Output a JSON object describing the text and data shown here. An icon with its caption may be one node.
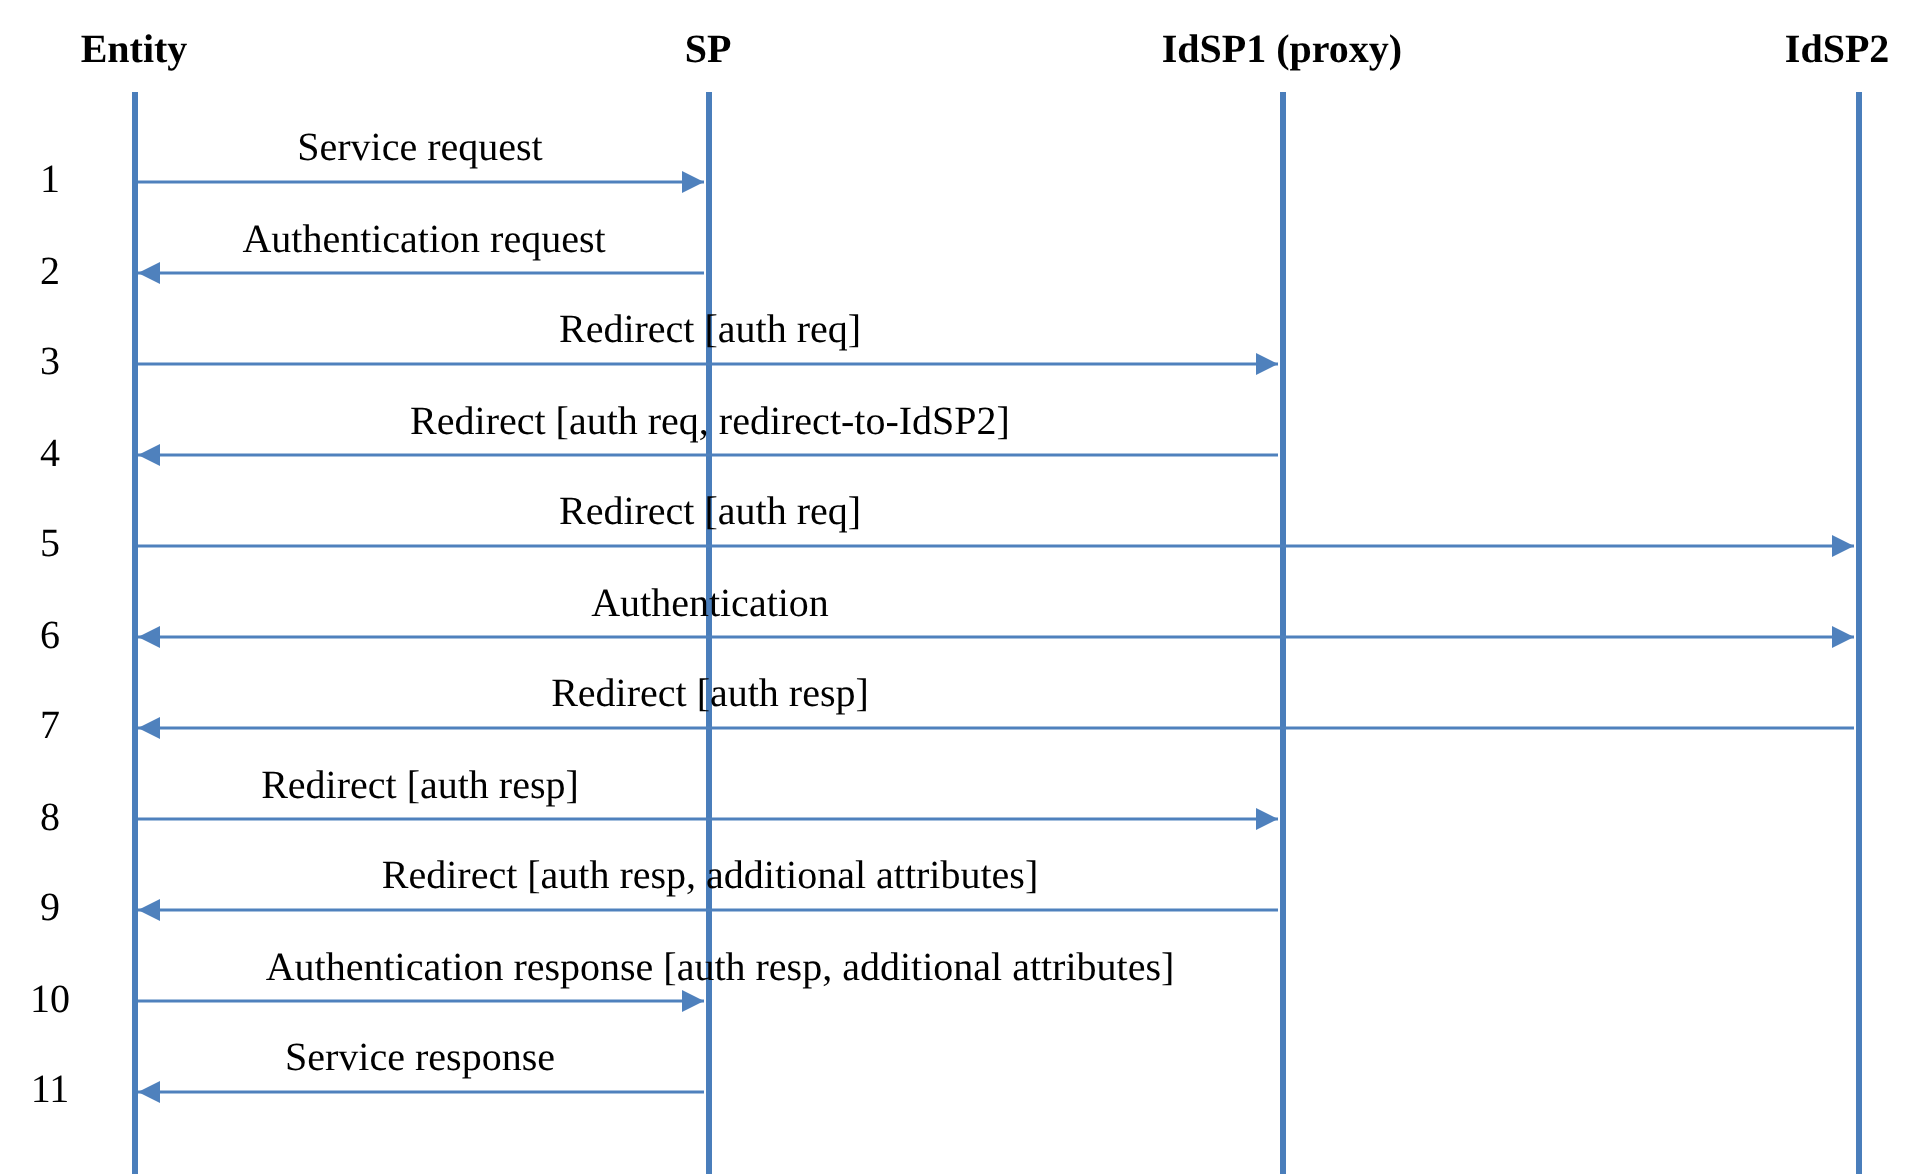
{
  "diagram": {
    "nodes": [
      {
        "text": [
          "Entity"
        ]
      },
      {
        "text": [
          "SP"
        ]
      },
      {
        "text": [
          "IdSP1 (proxy)"
        ]
      },
      {
        "text": [
          "IdSP2"
        ]
      }
    ],
    "edges": [
      {
        "from": 0,
        "to": 1,
        "arrow": "to",
        "label": "Service request"
      },
      {
        "from": 1,
        "to": 0,
        "arrow": "to",
        "label": "Authentication request"
      },
      {
        "from": 0,
        "to": 2,
        "arrow": "to",
        "label": "Redirect [auth req]"
      },
      {
        "from": 2,
        "to": 0,
        "arrow": "to",
        "label": "Redirect [auth req, redirect-to-IdSP2]"
      },
      {
        "from": 0,
        "to": 3,
        "arrow": "to",
        "label": "Redirect [auth req]"
      },
      {
        "from": 0,
        "to": 3,
        "arrow": "both",
        "label": "Authentication"
      },
      {
        "from": 3,
        "to": 0,
        "arrow": "to",
        "label": "Redirect [auth resp]"
      },
      {
        "from": 0,
        "to": 2,
        "arrow": "to",
        "label": "Redirect [auth resp]"
      },
      {
        "from": 2,
        "to": 0,
        "arrow": "to",
        "label": "Redirect [auth resp, additional attributes]"
      },
      {
        "from": 0,
        "to": 1,
        "arrow": "to",
        "label": "Authentication response [auth resp, additional attributes]"
      },
      {
        "from": 1,
        "to": 0,
        "arrow": "to",
        "label": "Service response"
      }
    ],
    "labels": [
      "1",
      "2",
      "3",
      "4",
      "5",
      "6",
      "7",
      "8",
      "9",
      "10",
      "11"
    ]
  }
}
